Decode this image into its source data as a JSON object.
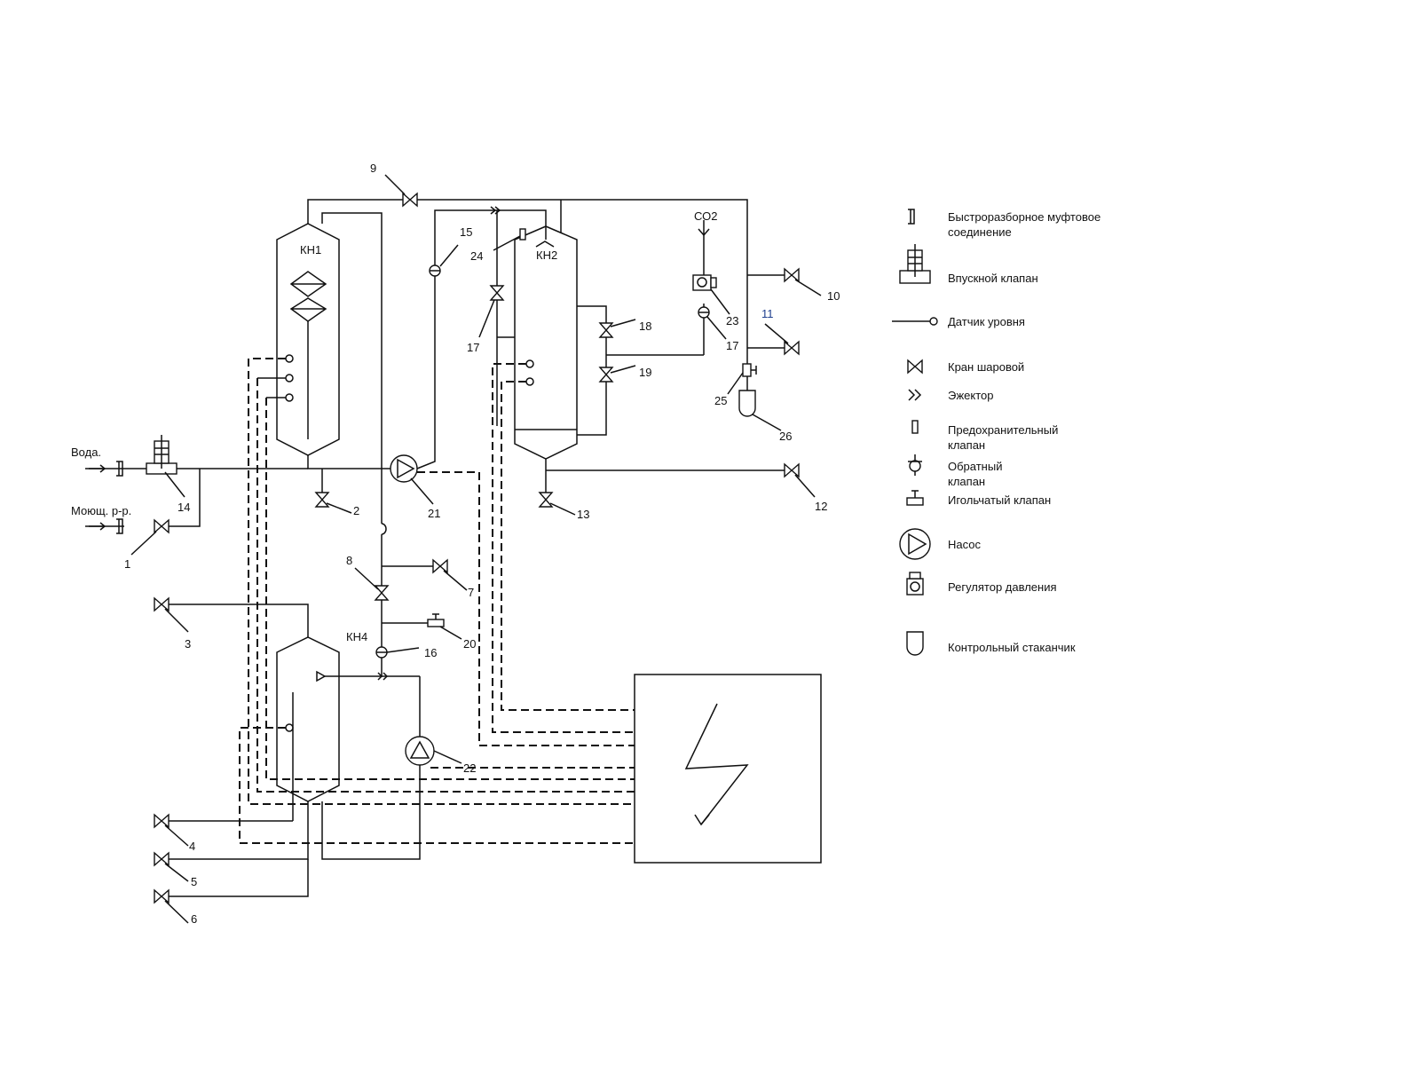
{
  "vessels": {
    "kn1": "КН1",
    "kn2": "КН2",
    "kn4": "КН4"
  },
  "inlets": {
    "water": "Вода.",
    "detergent": "Моющ. р-р."
  },
  "co2": "СО2",
  "numbers": {
    "n1": "1",
    "n2": "2",
    "n3": "3",
    "n4": "4",
    "n5": "5",
    "n6": "6",
    "n7": "7",
    "n8": "8",
    "n9": "9",
    "n10": "10",
    "n11": "11",
    "n12": "12",
    "n13": "13",
    "n14": "14",
    "n15": "15",
    "n16": "16",
    "n17a": "17",
    "n17b": "17",
    "n18": "18",
    "n19": "19",
    "n20": "20",
    "n21": "21",
    "n22": "22",
    "n23": "23",
    "n24": "24",
    "n25": "25",
    "n26": "26"
  },
  "legend": {
    "coupling_1": "Быстроразборное муфтовое",
    "coupling_2": "соединение",
    "inlet_valve": "Впускной клапан",
    "level_sensor": "Датчик уровня",
    "ball_valve": "Кран шаровой",
    "ejector": "Эжектор",
    "safety_valve_1": "Предохранительный",
    "safety_valve_2": "клапан",
    "check_valve_1": "Обратный",
    "check_valve_2": "клапан",
    "needle_valve": "Игольчатый клапан",
    "pump": "Насос",
    "pressure_regulator": "Регулятор давления",
    "control_cup": "Контрольный стаканчик"
  },
  "colors": {
    "line": "#111111",
    "label_11": "#1f3f8f",
    "background": "#ffffff"
  }
}
